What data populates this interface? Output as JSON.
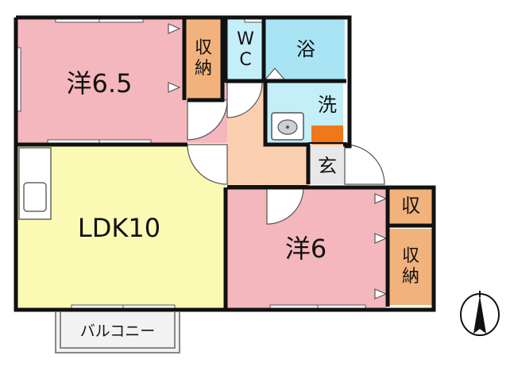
{
  "floorplan": {
    "rooms": {
      "western_a": {
        "label": "洋6.5",
        "fill": "#f4b7bd"
      },
      "ldk": {
        "label": "LDK10",
        "fill": "#fafab4"
      },
      "western_b": {
        "label": "洋6",
        "fill": "#f4b7bd"
      },
      "hall": {
        "fill": "#fbd0b0"
      }
    },
    "storage": {
      "large_a": {
        "char1": "収",
        "char2": "納",
        "fill": "#f2b27c"
      },
      "small": {
        "label": "収",
        "fill": "#f2b27c"
      },
      "large_b": {
        "char1": "収",
        "char2": "納",
        "fill": "#f2b27c"
      }
    },
    "wc": {
      "char1": "W",
      "char2": "C",
      "fill": "#c4eef8"
    },
    "bath": {
      "label": "浴",
      "fill": "#a8e4f4"
    },
    "washroom": {
      "label": "洗",
      "fill": "#c4eef8"
    },
    "entrance": {
      "label": "玄",
      "fill": "#e8e8e8"
    },
    "shoe_box_color": "#f07818",
    "balcony": {
      "label": "バルコニー",
      "fill": "#f2f2f2"
    },
    "compass_icon": "north-arrow-icon"
  }
}
